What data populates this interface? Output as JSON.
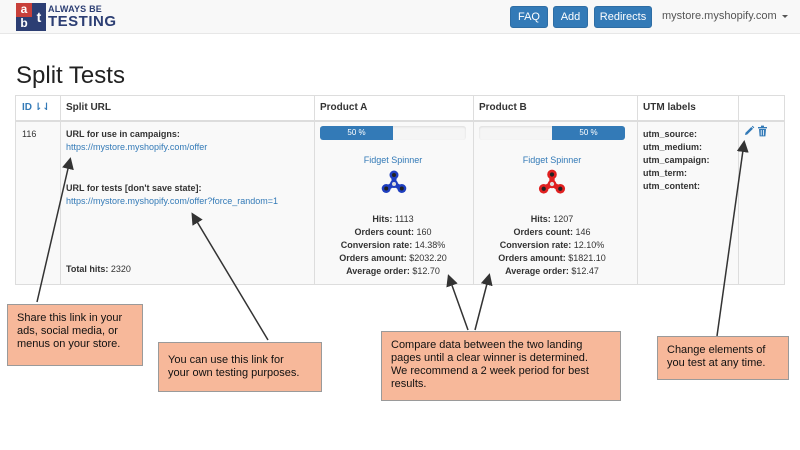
{
  "app": {
    "logo_a": "a",
    "logo_b": "b",
    "logo_t": "t",
    "logo_line1": "ALWAYS BE",
    "logo_line2": "TESTING"
  },
  "nav": {
    "faq_label": "FAQ",
    "add_label": "Add",
    "redirects_label": "Redirects",
    "store_label": "mystore.myshopify.com"
  },
  "page": {
    "title": "Split Tests"
  },
  "table": {
    "headers": {
      "id": "ID",
      "split_url": "Split URL",
      "product_a": "Product A",
      "product_b": "Product B",
      "utm": "UTM labels"
    },
    "row": {
      "id": "116",
      "campaign_label": "URL for use in campaigns:",
      "campaign_url": "https://mystore.myshopify.com/offer",
      "test_label": "URL for tests [don't save state]:",
      "test_url": "https://mystore.myshopify.com/offer?force_random=1",
      "total_hits_label": "Total hits:",
      "total_hits": "2320",
      "product_a": {
        "progress_label": "50 %",
        "progress": 0.5,
        "name": "Fidget Spinner",
        "image_color": "#1f3fbf",
        "hits_label": "Hits:",
        "hits": "1113",
        "orders_label": "Orders count:",
        "orders": "160",
        "conv_label": "Conversion rate:",
        "conv": "14.38%",
        "amount_label": "Orders amount:",
        "amount": "$2032.20",
        "avg_label": "Average order:",
        "avg": "$12.70"
      },
      "product_b": {
        "progress_label": "50 %",
        "progress": 0.5,
        "name": "Fidget Spinner",
        "image_color": "#e02020",
        "hits_label": "Hits:",
        "hits": "1207",
        "orders_label": "Orders count:",
        "orders": "146",
        "conv_label": "Conversion rate:",
        "conv": "12.10%",
        "amount_label": "Orders amount:",
        "amount": "$1821.10",
        "avg_label": "Average order:",
        "avg": "$12.47"
      },
      "utm_labels": [
        "utm_source:",
        "utm_medium:",
        "utm_campaign:",
        "utm_term:",
        "utm_content:"
      ]
    }
  },
  "callouts": {
    "share": [
      "Share this link in your",
      "ads, social media, or",
      "menus on your store."
    ],
    "test": [
      "You can use this link for",
      "your own testing purposes."
    ],
    "compare": [
      "Compare data between the two landing",
      "pages until a clear winner is determined.",
      "We recommend a 2 week period for best",
      "results."
    ],
    "change": [
      "Change elements of",
      "you test at any time."
    ]
  },
  "colors": {
    "primary": "#337ab7",
    "callout_bg": "#f7b89a",
    "logo_red": "#c8403a",
    "logo_navy": "#2c3e73"
  }
}
